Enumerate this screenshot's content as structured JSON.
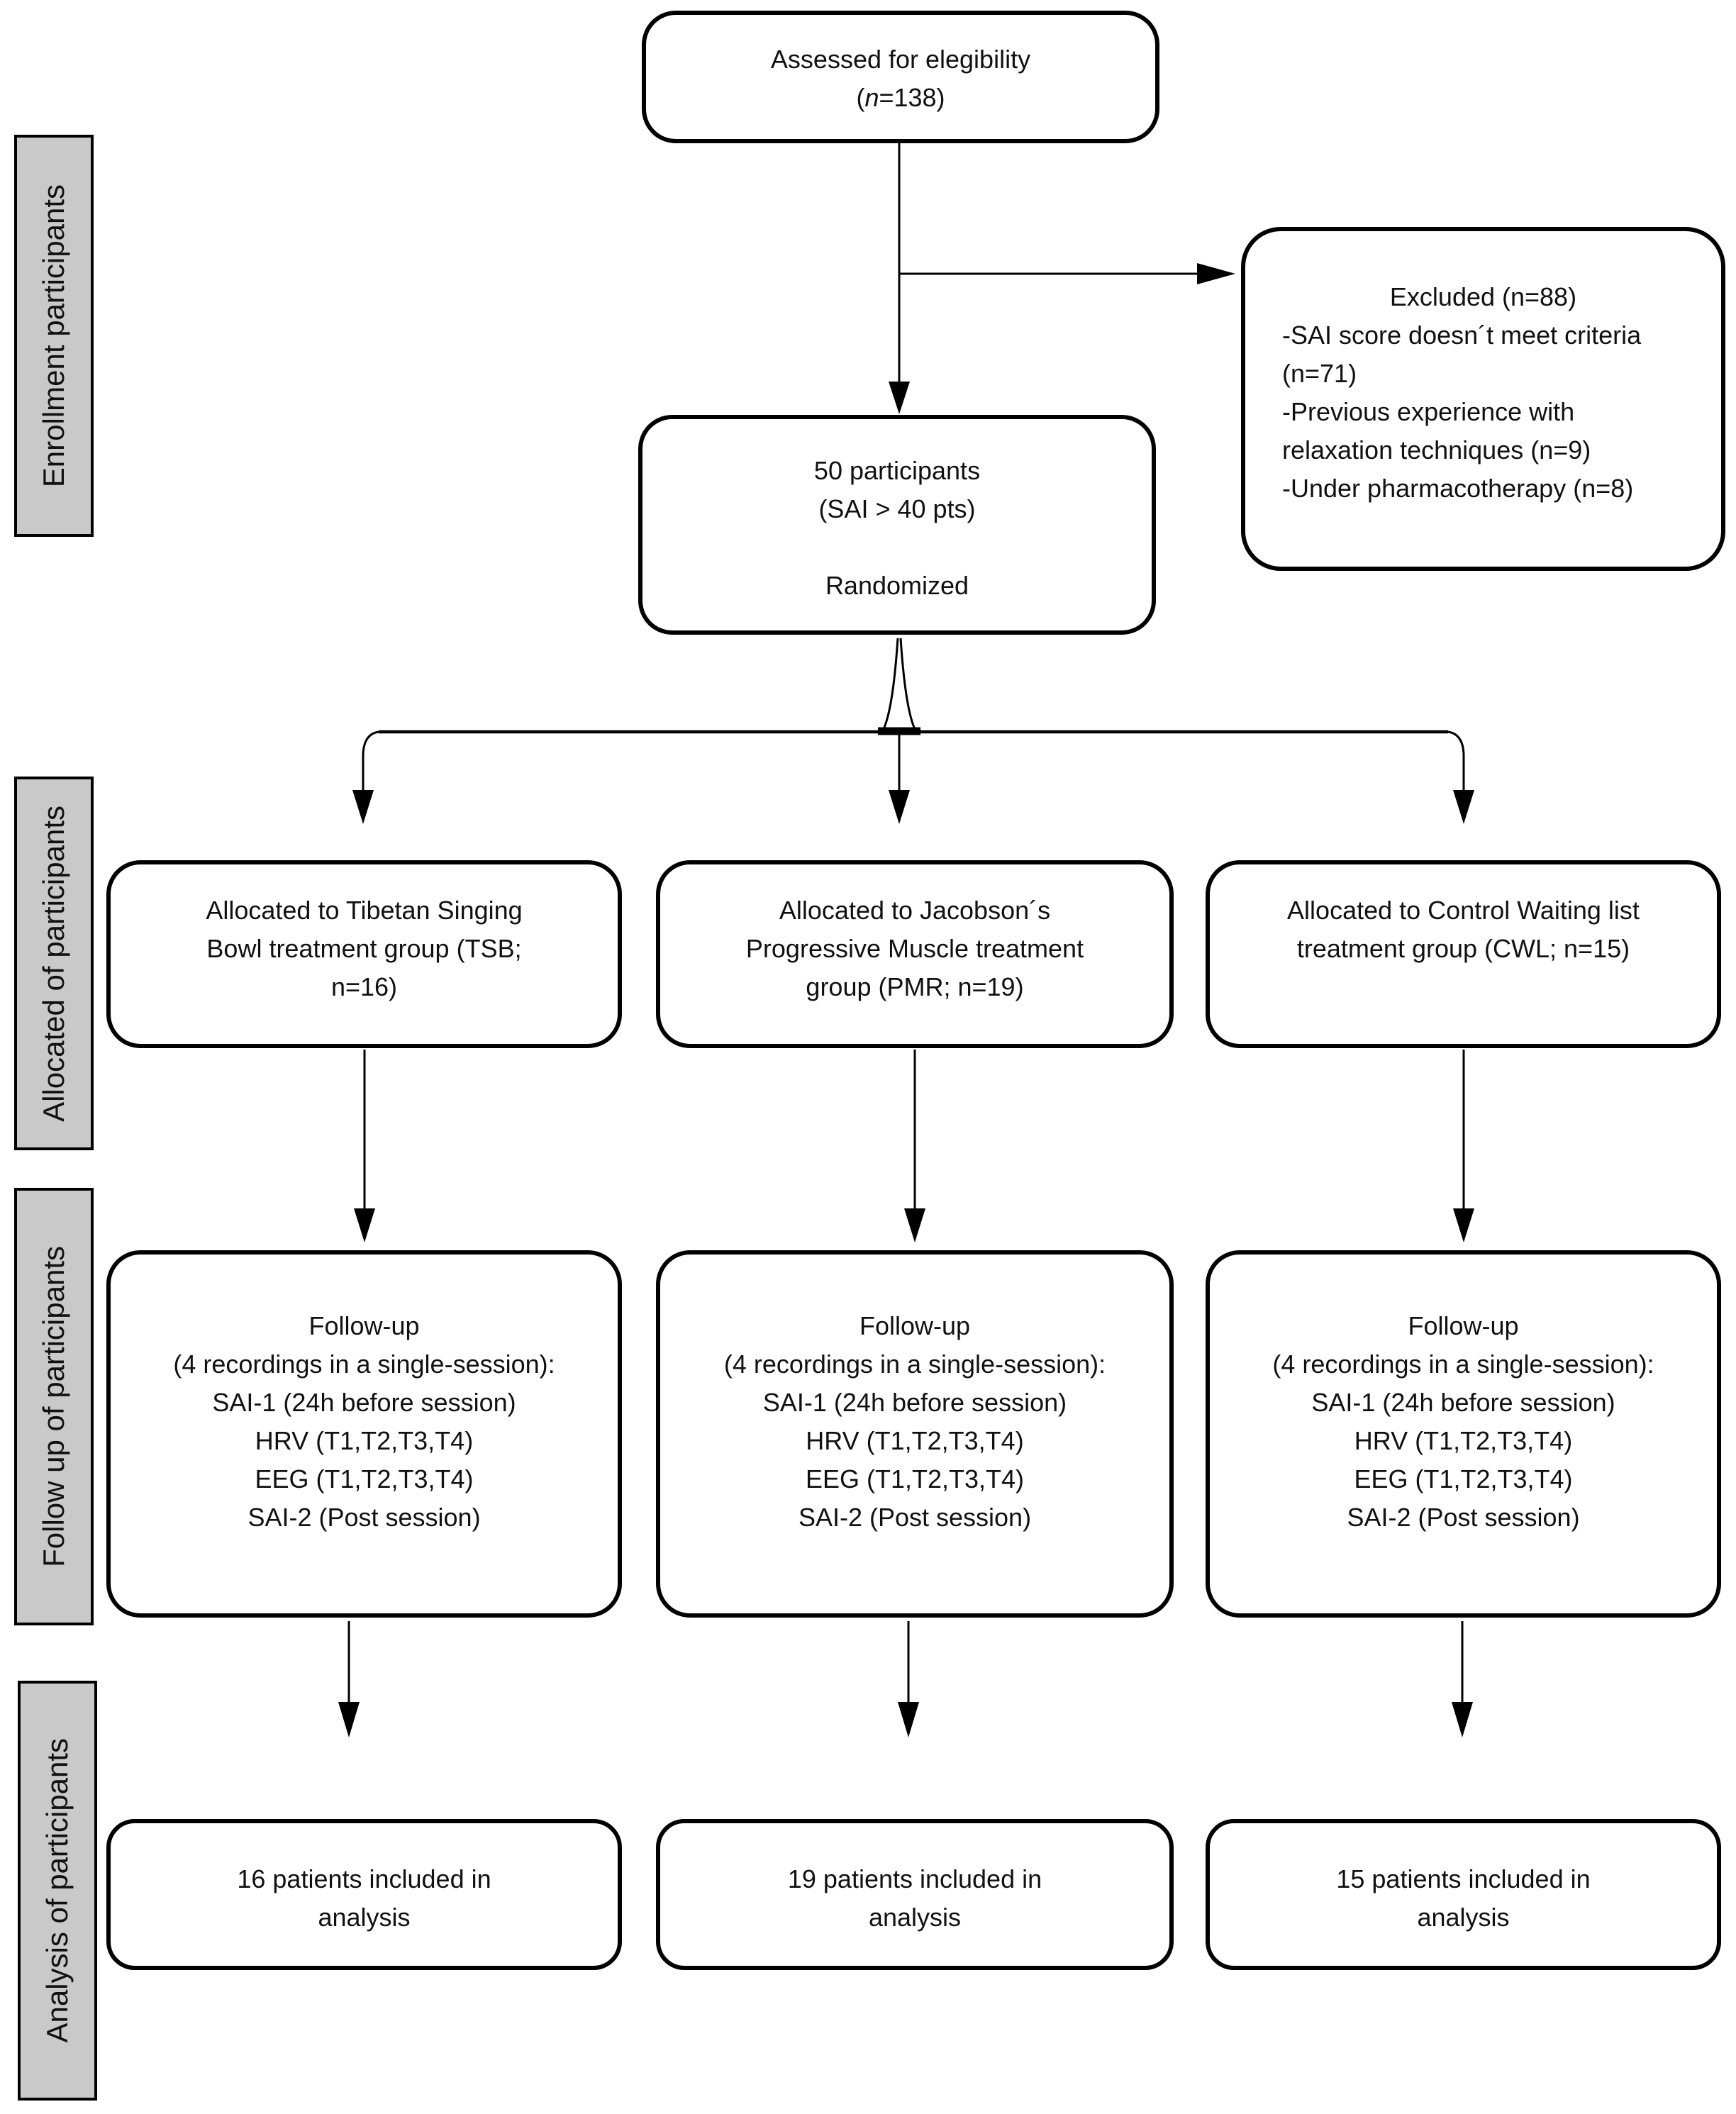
{
  "stage_labels": [
    "Enrollment participants",
    "Allocated of participants",
    "Follow up of participants",
    "Analysis of participants"
  ],
  "assessed": {
    "title": "Assessed for elegibility",
    "n_open": "(",
    "n_italic": "n",
    "n_rest": "=138)"
  },
  "excluded": {
    "title": "Excluded (n=88)",
    "reasons": [
      "-SAI score doesn´t meet criteria (n=71)",
      "-Previous experience with relaxation techniques (n=9)",
      "-Under pharmacotherapy (n=8)"
    ]
  },
  "randomized": {
    "line1": "50 participants",
    "line2": "(SAI > 40 pts)",
    "line3": "Randomized"
  },
  "allocation": [
    {
      "text": "Allocated to Tibetan Singing Bowl treatment group (TSB; n=16)"
    },
    {
      "text": "Allocated to Jacobson´s Progressive Muscle treatment group (PMR; n=19)"
    },
    {
      "text": "Allocated to Control Waiting list treatment group (CWL; n=15)"
    }
  ],
  "followup": [
    {
      "lines": [
        "Follow-up",
        "(4 recordings in a single-session):",
        "SAI-1 (24h before session)",
        "HRV (T1,T2,T3,T4)",
        "EEG (T1,T2,T3,T4)",
        "SAI-2 (Post session)"
      ]
    },
    {
      "lines": [
        "Follow-up",
        "(4 recordings in a single-session):",
        "SAI-1 (24h before session)",
        "HRV (T1,T2,T3,T4)",
        "EEG (T1,T2,T3,T4)",
        "SAI-2 (Post session)"
      ]
    },
    {
      "lines": [
        "Follow-up",
        "(4 recordings in a single-session):",
        "SAI-1 (24h before session)",
        "HRV (T1,T2,T3,T4)",
        "EEG (T1,T2,T3,T4)",
        "SAI-2 (Post session)"
      ]
    }
  ],
  "analysis": [
    {
      "text": "16 patients included in analysis"
    },
    {
      "text": "19 patients included in analysis"
    },
    {
      "text": "15 patients included in analysis"
    }
  ],
  "colors": {
    "stage_label_bg": "#c9c9c9",
    "box_border": "#000000",
    "background": "#ffffff",
    "line": "#000000"
  }
}
